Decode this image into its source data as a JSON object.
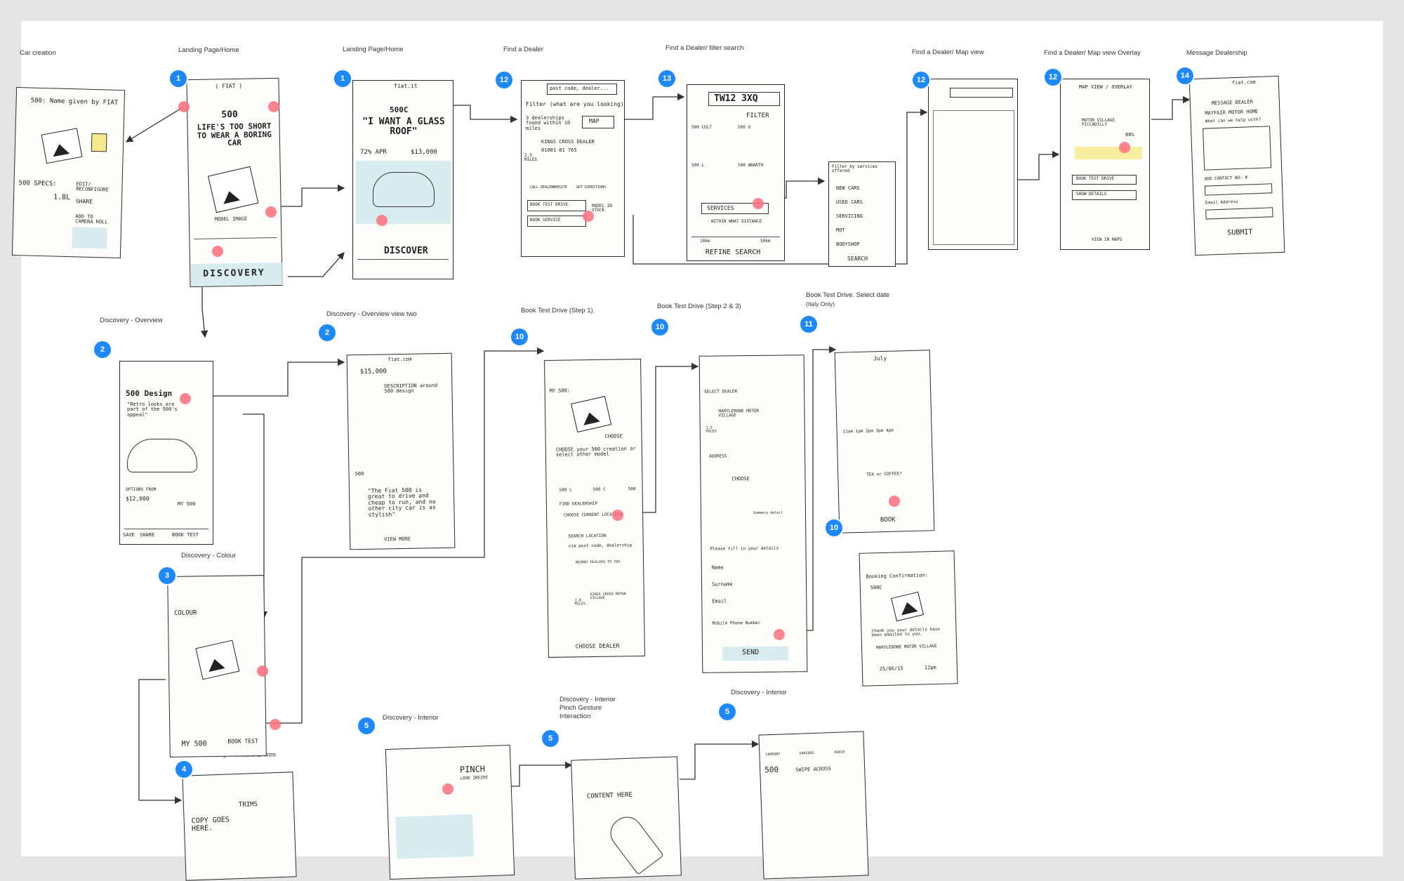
{
  "colors": {
    "background": "#e4e4e4",
    "sheet": "#ffffff",
    "badge": "#1e88ff",
    "hotspot": "#ff6f7d",
    "wash": "#cfe9ef",
    "ink": "#222222"
  },
  "labels": {
    "car_creation": "Car creation",
    "landing_1": "Landing Page/Home",
    "landing_2": "Landing Page/Home",
    "find_dealer": "Find a Dealer",
    "filter_search": "Find a Dealer/ filter search",
    "map_view": "Find a Dealer/ Map view",
    "map_overlay": "Find a Dealer/ Map view Overlay",
    "message": "Message Dealership",
    "discovery_overview": "Discovery - Overview",
    "overview_two": "Discovery - Overview view two",
    "book_step1": "Book Test Drive (Step 1)",
    "book_step23": "Book Test Drive (Step 2 & 3)",
    "book_date": "Book Test Drive. Select date",
    "book_date_sub": "(Italy Only)",
    "colour": "Discovery - Colour",
    "wheels": "Discovery - Wheels & Trim",
    "interior_1": "Discovery - Interior",
    "pinch_1": "Discovery - Interior",
    "pinch_2": "Pinch Gesture",
    "pinch_3": "Interaction",
    "interior_2": "Discovery - Interior"
  },
  "badges": {
    "landing_1": "1",
    "landing_2": "1",
    "find_dealer": "12",
    "filter": "13",
    "map": "12",
    "overlay": "12",
    "message": "14",
    "overview": "2",
    "overview_two": "2",
    "step1": "10",
    "step23": "10",
    "date": "11",
    "confirm": "10",
    "colour": "3",
    "wheels": "4",
    "interior_1": "5",
    "pinch": "5",
    "interior_2": "5"
  },
  "sketch": {
    "car_creation": {
      "line1": "500: Name given by FIAT",
      "specs": "500 SPECS:",
      "engine": "1.8L",
      "edit": "EDIT/ RECONFIGURE",
      "share": "SHARE",
      "roll": "ADD TO CAMERA ROLL"
    },
    "landing_1": {
      "model": "500",
      "headline": "LIFE'S TOO SHORT TO WEAR A BORING CAR",
      "caption": "MODEL IMAGE",
      "cta": "DISCOVERY"
    },
    "landing_2": {
      "site": "fiat.it",
      "model": "500C",
      "headline": "\"I WANT A GLASS ROOF\"",
      "apr": "72% APR",
      "price": "$13,000",
      "cta": "DISCOVER"
    },
    "find_dealer": {
      "search": "post code, dealer...",
      "filter": "Filter (what are you looking)",
      "result": "3 dealerships found within 10 miles",
      "map": "MAP",
      "dealer": "KINGS CROSS DEALER",
      "phone": "01081 81 765",
      "miles": "2.5 MILES",
      "call": "CALL DEALER",
      "website": "WEBSITE",
      "directions": "GET DIRECTIONS",
      "book": "BOOK TEST DRIVE",
      "service": "BOOK SERVICE",
      "stock": "MODEL IN STOCK"
    },
    "filter": {
      "postcode": "TW12 3XQ",
      "filter": "FILTER",
      "model1": "500 CULT",
      "model2": "500 X",
      "model3": "500 L",
      "model4": "500 ABARTH",
      "services": "SERVICES",
      "within": "WITHIN WHAT DISTANCE",
      "km_lo": "10km",
      "km_hi": "50km",
      "refine": "REFINE SEARCH"
    },
    "filter_panel": {
      "title": "Filter by services offered",
      "new": "NEW CARS",
      "used": "USED CARS",
      "servicing": "SERVICING",
      "mot": "MOT",
      "bodyshop": "BODYSHOP",
      "search": "SEARCH"
    },
    "overlay": {
      "title": "MAP VIEW / OVERLAY",
      "dealer": "MOTOR VILLAGE PICCADILLY",
      "rating": "80%",
      "book": "BOOK TEST DRIVE",
      "details": "SHOW DETAILS",
      "maps": "VIEW IN MAPS"
    },
    "message": {
      "site": "fiat.com",
      "title": "MESSAGE DEALER",
      "dealer": "MAYFAIR MOTOR HOME",
      "prompt": "What can we help with?",
      "contact": "ADD CONTACT NO: #",
      "email": "Email Address",
      "submit": "SUBMIT"
    },
    "overview": {
      "title": "500 Design",
      "quote": "\"Retro looks are part of the 500's appeal\"",
      "price_lbl": "OPTIONS FROM",
      "price": "$12,000",
      "my": "MY 500",
      "save": "SAVE",
      "share": "SHARE",
      "book": "BOOK TEST"
    },
    "overview_two": {
      "site": "fiat.com",
      "price": "$15,000",
      "desc": "DESCRIPTION around 500 design",
      "model": "500",
      "quote": "\"The Fiat 500 is great to drive and cheap to run, and no other city car is as stylish\"",
      "more": "VIEW MORE"
    },
    "step1": {
      "my": "MY 500:",
      "choose": "CHOOSE",
      "prompt": "CHOOSE your 500 creation or select other model",
      "m1": "500 L",
      "m2": "500 C",
      "m3": "500",
      "find": "FIND DEALERSHIP",
      "current": "CHOOSE CURRENT LOCATION",
      "search": "SEARCH LOCATION",
      "postcode": "via post code, dealership",
      "nearby": "NEARBY DEALERS TO YOU",
      "dealer": "KINGS CROSS MOTOR VILLAGE",
      "miles": "2.0 MILES",
      "cta": "CHOOSE DEALER"
    },
    "step23": {
      "select": "SELECT DEALER",
      "dealer": "MARYLEBONE MOTOR VILLAGE",
      "miles": "1.5 MILES",
      "address": "ADDRESS",
      "choose": "CHOOSE",
      "summary": "Summary detail",
      "prompt": "Please fill in your details",
      "name": "Name",
      "surname": "Surname",
      "email": "Email",
      "phone": "Mobile Phone Number",
      "send": "SEND"
    },
    "date": {
      "month": "July",
      "times": "11am  1pm  2pm  3pm  4pm",
      "tea": "TEA or COFFEE?",
      "cta": "BOOK"
    },
    "confirm": {
      "title": "Booking Confirmation:",
      "model": "500C",
      "thanks": "thank you your details have been emailed to you.",
      "dealer": "MARYLEBONE MOTOR VILLAGE",
      "date": "25/06/15",
      "time": "12pm"
    },
    "colour": {
      "label": "COLOUR",
      "my": "MY 500",
      "book": "BOOK TEST"
    },
    "wheels": {
      "trims": "TRIMS",
      "copy": "COPY GOES HERE."
    },
    "interior_1": {
      "pinch": "PINCH",
      "sub": "LOOK INSIDE"
    },
    "pinch": {
      "content": "CONTENT HERE"
    },
    "interior_2": {
      "t1": "COMFORT",
      "t2": "VARIOUS",
      "t3": "AUDIO",
      "model": "500",
      "swipe": "SWIPE ACROSS"
    }
  }
}
